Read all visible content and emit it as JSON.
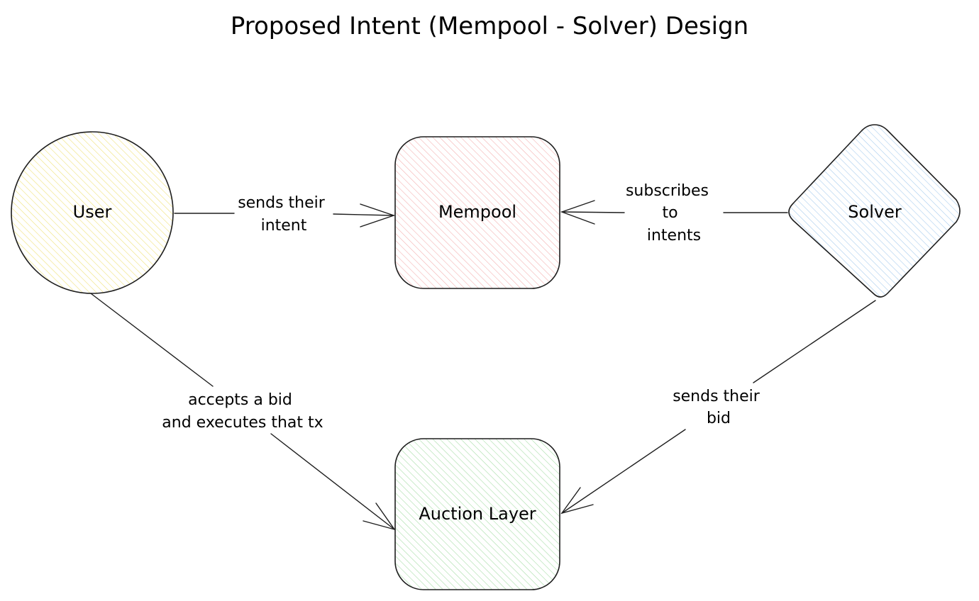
{
  "title": "Proposed Intent (Mempool - Solver) Design",
  "nodes": {
    "user": {
      "label": "User",
      "color": "#f5e97a"
    },
    "mempool": {
      "label": "Mempool",
      "color": "#f7a6a6"
    },
    "solver": {
      "label": "Solver",
      "color": "#9fc8ee"
    },
    "auction": {
      "label": "Auction Layer",
      "color": "#9fdc9f"
    }
  },
  "edges": {
    "user_to_mempool": [
      "sends their",
      "intent"
    ],
    "solver_to_mempool": [
      "subscribes",
      "to",
      "intents"
    ],
    "user_to_auction": [
      "accepts a bid",
      "and executes that tx"
    ],
    "solver_to_auction": [
      "sends their",
      "bid"
    ]
  }
}
